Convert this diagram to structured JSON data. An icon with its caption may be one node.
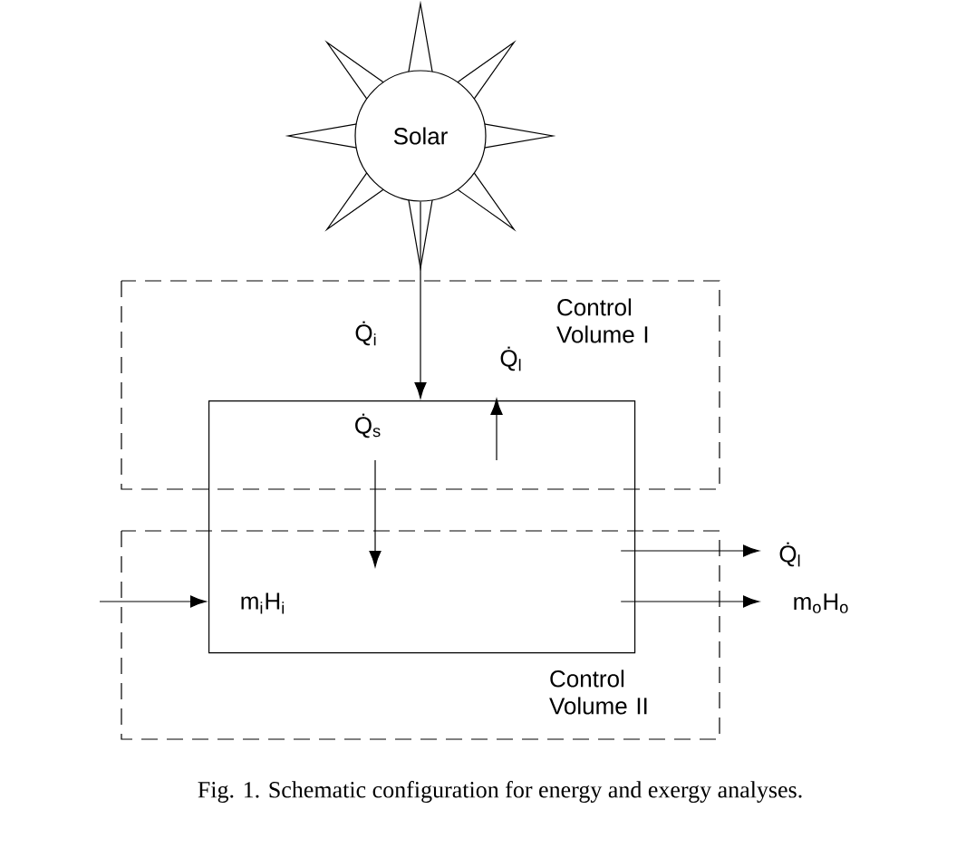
{
  "diagram": {
    "caption": "Fig. 1. Schematic configuration for energy and exergy analyses.",
    "nodes": [
      {
        "text": [
          "Solar"
        ]
      },
      {
        "text": [],
        "shape": "box"
      }
    ],
    "edges": [
      {
        "from": 0,
        "to": 1,
        "arrow": "to",
        "label": "Q̇$_{i}$"
      },
      {
        "from": 1,
        "to": null,
        "arrow": "to",
        "label": "Q̇$_{l}$"
      },
      {
        "from": 1,
        "to": null,
        "arrow": "to",
        "label": "Q̇$_{l}$"
      },
      {
        "from": null,
        "to": 1,
        "arrow": "to",
        "label": "m$_{i}$H$_{i}$"
      },
      {
        "from": 1,
        "to": null,
        "arrow": "to",
        "label": "m$_{o}$H$_{o}$"
      }
    ],
    "labels": [
      "Control Volume I",
      "Q̇$_{s}$",
      "Control Volume II"
    ]
  }
}
